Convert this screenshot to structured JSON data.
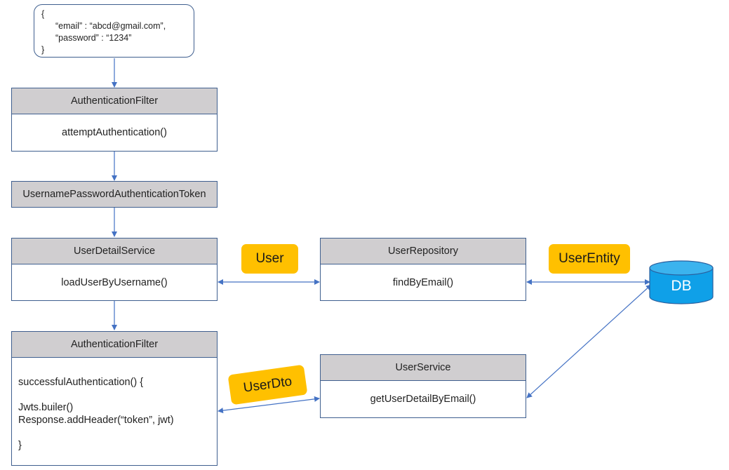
{
  "request_json": {
    "lines": [
      "{",
      "“email” : “abcd@gmail.com”,",
      "“password” : “1234”",
      "}"
    ]
  },
  "auth_filter_top": {
    "title": "AuthenticationFilter",
    "method": "attemptAuthentication()"
  },
  "token": {
    "title": "UsernamePasswordAuthenticationToken"
  },
  "user_detail_service": {
    "title": "UserDetailService",
    "method": "loadUserByUsername()"
  },
  "auth_filter_bottom": {
    "title": "AuthenticationFilter",
    "code_lines": [
      "successfulAuthentication() {",
      "",
      "Jwts.builer()",
      "Response.addHeader(“token”, jwt)",
      "",
      "}"
    ]
  },
  "user_repository": {
    "title": "UserRepository",
    "method": "findByEmail()"
  },
  "user_service": {
    "title": "UserService",
    "method": "getUserDetailByEmail()"
  },
  "db": {
    "label": "DB",
    "color": "#0fa0e8"
  },
  "tags": {
    "user": "User",
    "user_entity": "UserEntity",
    "user_dto": "UserDto"
  },
  "colors": {
    "header_fill": "#d0ced0",
    "border": "#3f5f8f",
    "tag_fill": "#ffc000",
    "arrow": "#4472c4"
  }
}
